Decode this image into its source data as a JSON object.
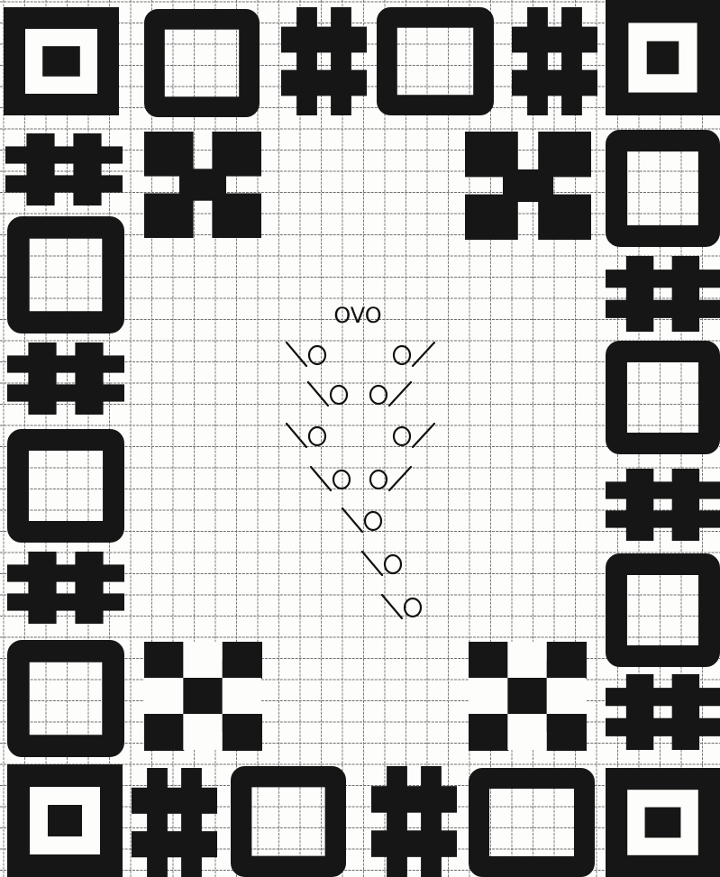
{
  "chart_title": "",
  "grid": {
    "color": "#6f6f6f",
    "paper": "#fdfdfb",
    "ink": "#161616"
  },
  "motifs": [
    {
      "kind": "corner-left-top"
    },
    {
      "kind": "square"
    },
    {
      "kind": "cross"
    },
    {
      "kind": "square"
    },
    {
      "kind": "cross"
    },
    {
      "kind": "corner-right-top"
    },
    {
      "kind": "cross"
    },
    {
      "kind": "windmill"
    },
    {
      "kind": "windmill"
    },
    {
      "kind": "square"
    },
    {
      "kind": "square"
    },
    {
      "kind": "cross"
    },
    {
      "kind": "cross"
    },
    {
      "kind": "square"
    },
    {
      "kind": "square"
    },
    {
      "kind": "cross"
    },
    {
      "kind": "cross"
    },
    {
      "kind": "square"
    },
    {
      "kind": "square"
    },
    {
      "kind": "checker"
    },
    {
      "kind": "checker"
    },
    {
      "kind": "cross"
    },
    {
      "kind": "corner-left-bottom"
    },
    {
      "kind": "cross"
    },
    {
      "kind": "square"
    },
    {
      "kind": "cross"
    },
    {
      "kind": "square"
    },
    {
      "kind": "corner-right-bottom"
    }
  ],
  "lace_symbols": [
    {
      "kind": "yo-sk2p-yo",
      "text": "OVO"
    },
    {
      "kind": "ssk-yo",
      "row": 1,
      "side": "left"
    },
    {
      "kind": "yo-k2tog",
      "row": 1,
      "side": "right"
    },
    {
      "kind": "ssk-yo",
      "row": 2,
      "side": "left"
    },
    {
      "kind": "yo-k2tog",
      "row": 2,
      "side": "right"
    },
    {
      "kind": "ssk-yo",
      "row": 3,
      "side": "left"
    },
    {
      "kind": "yo-k2tog",
      "row": 3,
      "side": "right"
    },
    {
      "kind": "ssk-yo",
      "row": 4,
      "side": "left"
    },
    {
      "kind": "yo-k2tog",
      "row": 4,
      "side": "right"
    },
    {
      "kind": "ssk-yo",
      "row": 5,
      "side": "center"
    },
    {
      "kind": "ssk-yo",
      "row": 6,
      "side": "center"
    },
    {
      "kind": "ssk-yo",
      "row": 7,
      "side": "center"
    }
  ]
}
